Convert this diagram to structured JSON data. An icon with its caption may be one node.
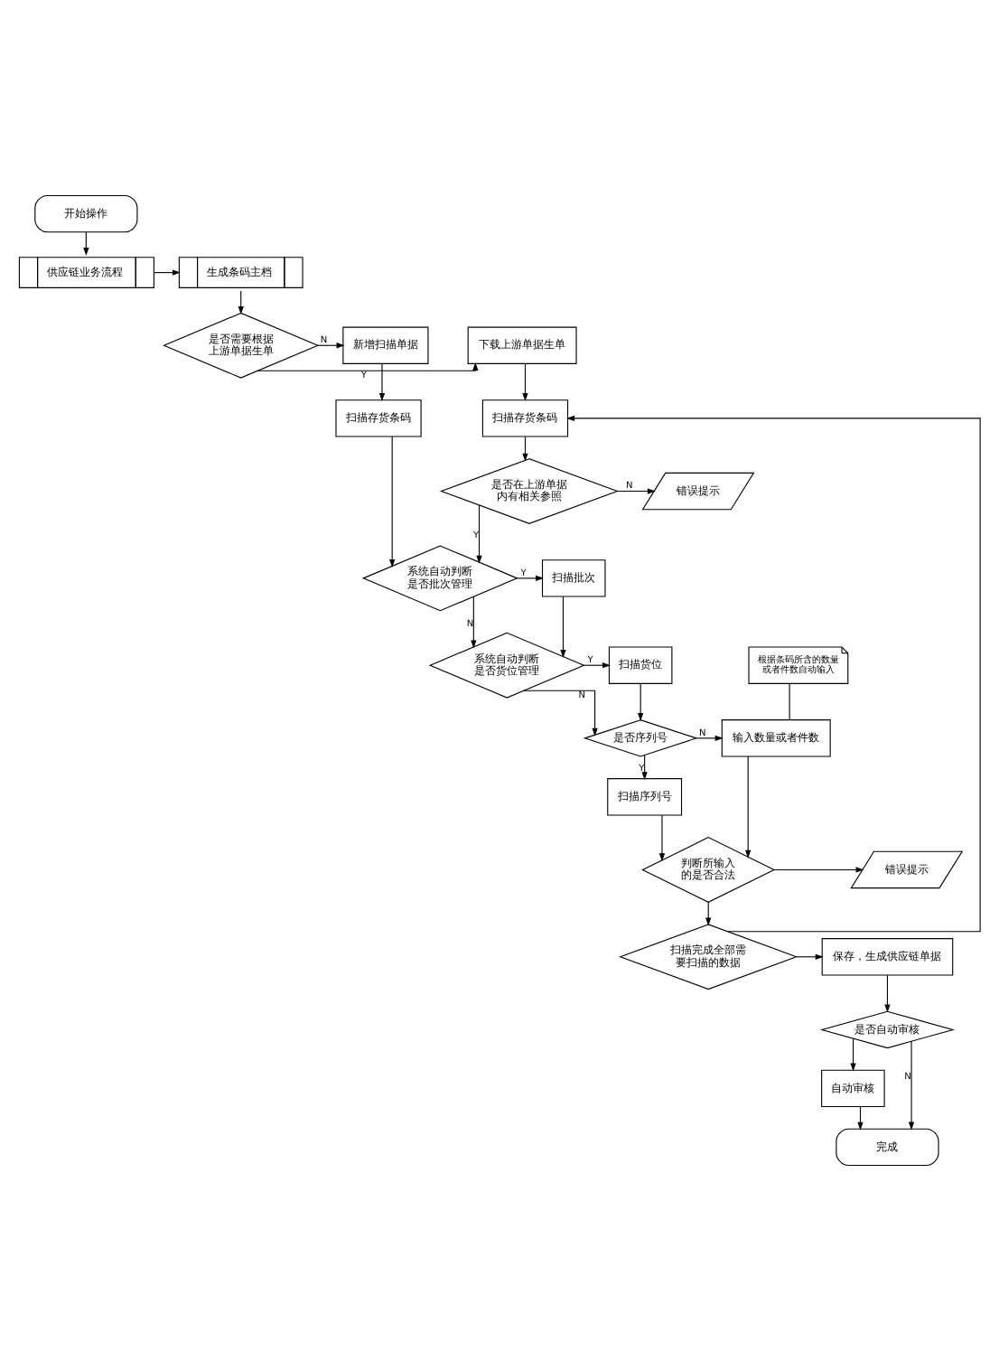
{
  "diagram": {
    "nodes": [
      {
        "text": [
          "开始操作"
        ]
      },
      {
        "text": [
          "供应链业务流程"
        ]
      },
      {
        "text": [
          "生成条码主档"
        ]
      },
      {
        "text": [
          "是否需要根据上游单据生单"
        ]
      },
      {
        "text": [
          "下载上游单据生单"
        ]
      },
      {
        "text": [
          "新增扫描单据"
        ]
      },
      {
        "text": [
          "扫描存货条码"
        ]
      },
      {
        "text": [
          "扫描存货条码"
        ]
      },
      {
        "text": [
          "错误提示"
        ]
      },
      {
        "text": [
          "是否在上游单据内有相关参照"
        ]
      },
      {
        "text": [
          "系统自动判断是否批次管理"
        ]
      },
      {
        "text": [
          "扫描批次"
        ]
      },
      {
        "text": [
          "系统自动判断是否货位管理"
        ]
      },
      {
        "text": [
          "扫描货位"
        ]
      },
      {
        "text": [
          "根据条码所含的数量或者件数自动输入"
        ]
      },
      {
        "text": [
          "输入数量或者件数"
        ]
      },
      {
        "text": [
          "是否序列号"
        ]
      },
      {
        "text": [
          "扫描序列号"
        ]
      },
      {
        "text": [
          "错误提示"
        ]
      },
      {
        "text": [
          "判断所输入的是否合法"
        ]
      },
      {
        "text": [
          "扫描完成全部需要扫描的数据"
        ]
      },
      {
        "text": [
          "保存，生成供应链单据"
        ]
      },
      {
        "text": [
          "是否自动审核"
        ]
      },
      {
        "text": [
          "自动审核"
        ]
      },
      {
        "text": [
          "完成"
        ]
      }
    ],
    "edges": [
      {
        "from": 0,
        "to": 1,
        "arrow": "to"
      },
      {
        "from": 1,
        "to": 2,
        "arrow": "to"
      },
      {
        "from": 2,
        "to": 3,
        "arrow": "to"
      },
      {
        "from": 3,
        "to": 4,
        "arrow": "to",
        "label": "Y"
      },
      {
        "from": 3,
        "to": 5,
        "arrow": "to",
        "label": "N"
      },
      {
        "from": 4,
        "to": 6,
        "arrow": "to"
      },
      {
        "from": 5,
        "to": 7,
        "arrow": "to"
      },
      {
        "from": 6,
        "to": 9,
        "arrow": "to"
      },
      {
        "from": 9,
        "to": 8,
        "arrow": "to",
        "label": "N"
      },
      {
        "from": 9,
        "to": 10,
        "arrow": "to",
        "label": "Y"
      },
      {
        "from": 7,
        "to": 10,
        "arrow": "to"
      },
      {
        "from": 10,
        "to": 11,
        "arrow": "to",
        "label": "Y"
      },
      {
        "from": 10,
        "to": 12,
        "arrow": "to",
        "label": "N"
      },
      {
        "from": 11,
        "to": 12,
        "arrow": "to"
      },
      {
        "from": 12,
        "to": 13,
        "arrow": "to",
        "label": "Y"
      },
      {
        "from": 12,
        "to": 16,
        "arrow": "to",
        "label": "N"
      },
      {
        "from": 13,
        "to": 16,
        "arrow": "to"
      },
      {
        "from": 14,
        "to": 15,
        "arrow": "none"
      },
      {
        "from": 16,
        "to": 15,
        "arrow": "to",
        "label": "N"
      },
      {
        "from": 16,
        "to": 17,
        "arrow": "to",
        "label": "Y"
      },
      {
        "from": 15,
        "to": 19,
        "arrow": "to"
      },
      {
        "from": 17,
        "to": 19,
        "arrow": "to"
      },
      {
        "from": 19,
        "to": 18,
        "arrow": "to"
      },
      {
        "from": 19,
        "to": 20,
        "arrow": "to"
      },
      {
        "from": 20,
        "to": 6,
        "arrow": "to"
      },
      {
        "from": 20,
        "to": 21,
        "arrow": "to"
      },
      {
        "from": 21,
        "to": 22,
        "arrow": "to"
      },
      {
        "from": 22,
        "to": 23,
        "arrow": "to"
      },
      {
        "from": 22,
        "to": 24,
        "arrow": "to",
        "label": "N"
      },
      {
        "from": 23,
        "to": 24,
        "arrow": "to"
      }
    ]
  }
}
